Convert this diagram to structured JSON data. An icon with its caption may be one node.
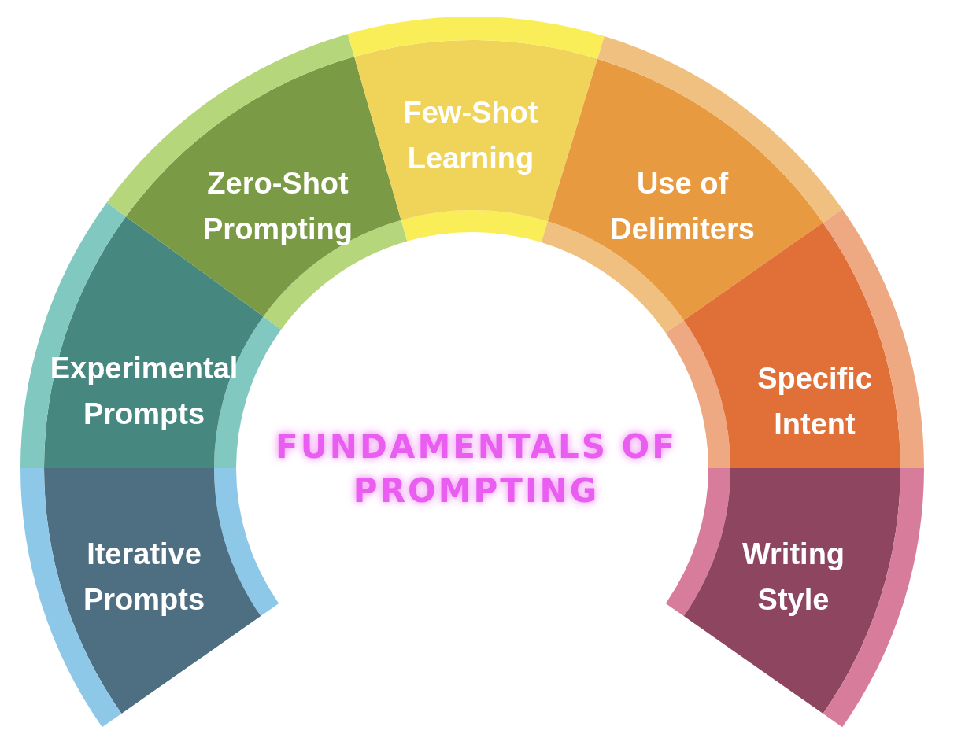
{
  "diagram": {
    "title": "FUNDAMENTALS OF PROMPTING",
    "nodes": [
      {
        "text": [
          "Iterative Prompts"
        ]
      },
      {
        "text": [
          "Experimental Prompts"
        ]
      },
      {
        "text": [
          "Zero-Shot Prompting"
        ]
      },
      {
        "text": [
          "Few-Shot Learning"
        ]
      },
      {
        "text": [
          "Use of Delimiters"
        ]
      },
      {
        "text": [
          "Specific Intent"
        ]
      },
      {
        "text": [
          "Writing Style"
        ]
      }
    ],
    "edges": []
  }
}
